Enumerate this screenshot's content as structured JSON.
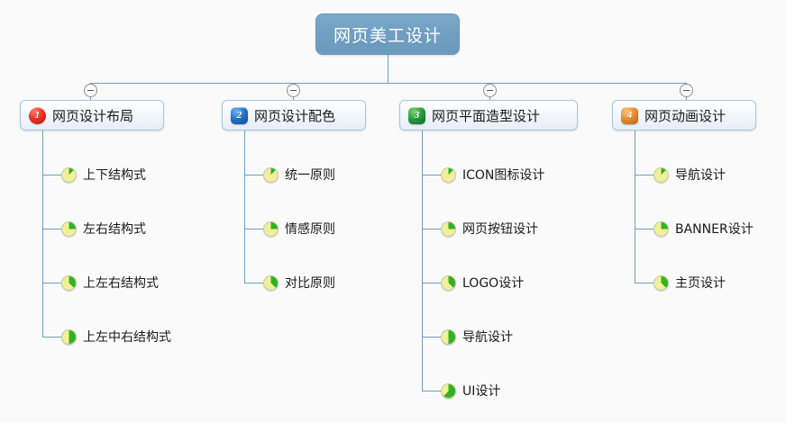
{
  "canvas": {
    "background_color": "#fafafa",
    "connector_color": "#6f9fc2"
  },
  "root": {
    "label": "网页美工设计",
    "color": "#6f9ec1",
    "text_color": "#ffffff"
  },
  "toggle": {
    "icon": "collapse-minus-icon",
    "state": "expanded"
  },
  "branches": [
    {
      "number": "1",
      "label": "网页设计布局",
      "badge_color": "#ec2d22",
      "badge_shape": "circle",
      "leaves": [
        {
          "label": "上下结构式",
          "progress": 12,
          "icon": "pie-progress-icon"
        },
        {
          "label": "左右结构式",
          "progress": 25,
          "icon": "pie-progress-icon"
        },
        {
          "label": "上左右结构式",
          "progress": 37,
          "icon": "pie-progress-icon"
        },
        {
          "label": "上左中右结构式",
          "progress": 50,
          "icon": "pie-progress-icon"
        }
      ]
    },
    {
      "number": "2",
      "label": "网页设计配色",
      "badge_color": "#1d6fc4",
      "badge_shape": "rounded-square",
      "leaves": [
        {
          "label": "统一原则",
          "progress": 12,
          "icon": "pie-progress-icon"
        },
        {
          "label": "情感原则",
          "progress": 25,
          "icon": "pie-progress-icon"
        },
        {
          "label": "对比原则",
          "progress": 37,
          "icon": "pie-progress-icon"
        }
      ]
    },
    {
      "number": "3",
      "label": "网页平面造型设计",
      "badge_color": "#22973a",
      "badge_shape": "rounded-square",
      "leaves": [
        {
          "label": "ICON图标设计",
          "progress": 12,
          "icon": "pie-progress-icon"
        },
        {
          "label": "网页按钮设计",
          "progress": 25,
          "icon": "pie-progress-icon"
        },
        {
          "label": "LOGO设计",
          "progress": 37,
          "icon": "pie-progress-icon"
        },
        {
          "label": "导航设计",
          "progress": 50,
          "icon": "pie-progress-icon"
        },
        {
          "label": "UI设计",
          "progress": 62,
          "icon": "pie-progress-icon"
        }
      ]
    },
    {
      "number": "4",
      "label": "网页动画设计",
      "badge_color": "#e5872a",
      "badge_shape": "rounded-square",
      "leaves": [
        {
          "label": "导航设计",
          "progress": 12,
          "icon": "pie-progress-icon"
        },
        {
          "label": "BANNER设计",
          "progress": 25,
          "icon": "pie-progress-icon"
        },
        {
          "label": "主页设计",
          "progress": 37,
          "icon": "pie-progress-icon"
        }
      ]
    }
  ],
  "pie_colors": {
    "filled": "#2fb421",
    "empty": "#f2ef9a",
    "border": "#c9c7ae"
  }
}
